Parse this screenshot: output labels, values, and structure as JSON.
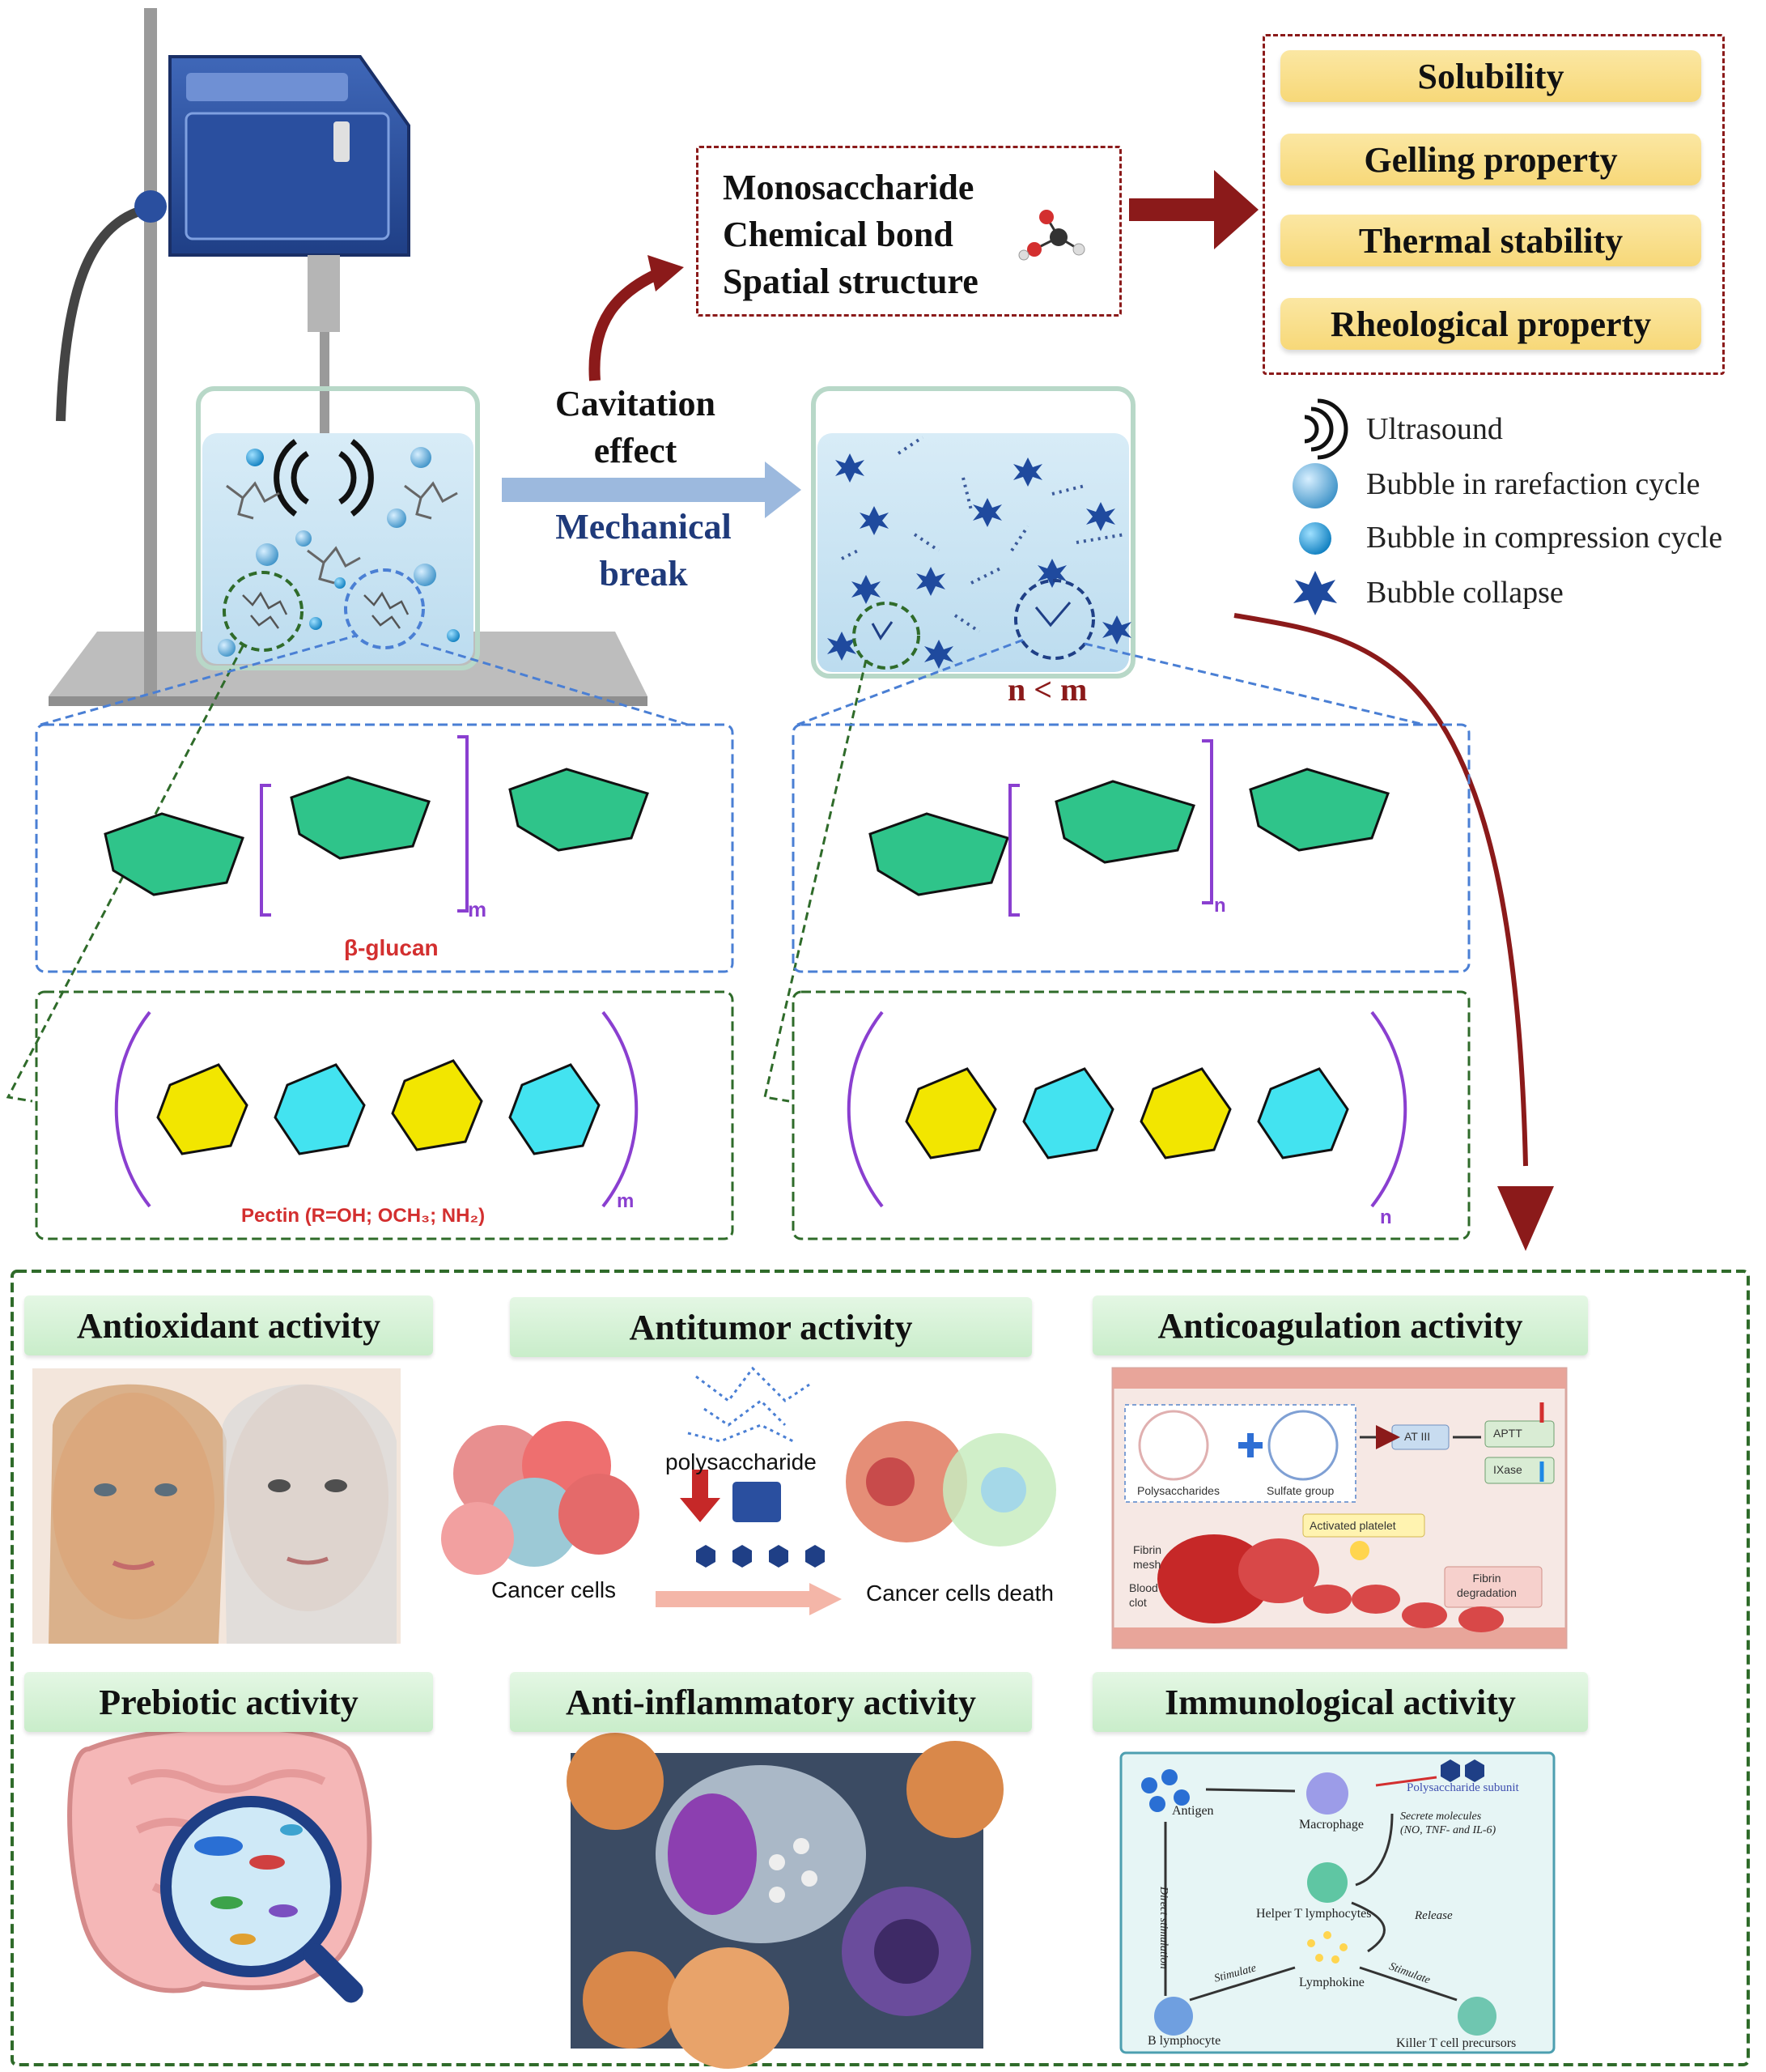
{
  "structure_box": {
    "items": [
      "Monosaccharide",
      "Chemical bond",
      "Spatial structure"
    ]
  },
  "properties": [
    "Solubility",
    "Gelling property",
    "Thermal stability",
    "Rheological property"
  ],
  "process": {
    "cavitation": "Cavitation\neffect",
    "mechanical": "Mechanical\nbreak",
    "relation": "n < m"
  },
  "legend": {
    "ultrasound": "Ultrasound",
    "rarefaction": "Bubble in rarefaction cycle",
    "compression": "Bubble in compression cycle",
    "collapse": "Bubble collapse"
  },
  "molecules": {
    "beta_glucan_label": "β-glucan",
    "pectin_label": "Pectin (R=OH; OCH₃; NH₂)",
    "repeat_m": "m",
    "repeat_n": "n"
  },
  "activities": {
    "antioxidant": "Antioxidant activity",
    "antitumor": "Antitumor activity",
    "anticoagulation": "Anticoagulation activity",
    "prebiotic": "Prebiotic activity",
    "anti_inflammatory": "Anti-inflammatory activity",
    "immunological": "Immunological activity"
  },
  "antitumor_panel": {
    "polysaccharide": "polysaccharide",
    "cancer_cells": "Cancer cells",
    "cancer_death": "Cancer cells death"
  },
  "anticoag_panel": {
    "polysaccharides": "Polysaccharides",
    "sulfate": "Sulfate group",
    "at3": "AT III",
    "aptt": "APTT",
    "ixase": "IXase",
    "activated_platelet": "Activated platelet",
    "fibrin_mesh": "Fibrin\nmesh",
    "blood_clot": "Blood\nclot",
    "fibrin_degradation": "Fibrin\ndegradation"
  },
  "immune_panel": {
    "antigen": "Antigen",
    "macrophage": "Macrophage",
    "subunit": "Polysaccharide subunit",
    "secrete": "Secrete molecules\n(NO, TNF- and IL-6)",
    "helper": "Helper T lymphocytes",
    "release": "Release",
    "direct": "Direct stimulation",
    "stimulate": "Stimulate",
    "lymphokine": "Lymphokine",
    "b_cell": "B lymphocyte",
    "killer": "Killer T cell precursors"
  },
  "colors": {
    "dark_red": "#8b1a1a",
    "gold": "#f7d878",
    "blue_dash": "#4a7fd4",
    "green_dash": "#2f6b2a",
    "glucose_green": "#2fc48a",
    "pectin_yellow": "#f2e600",
    "pectin_cyan": "#43e3f0"
  }
}
